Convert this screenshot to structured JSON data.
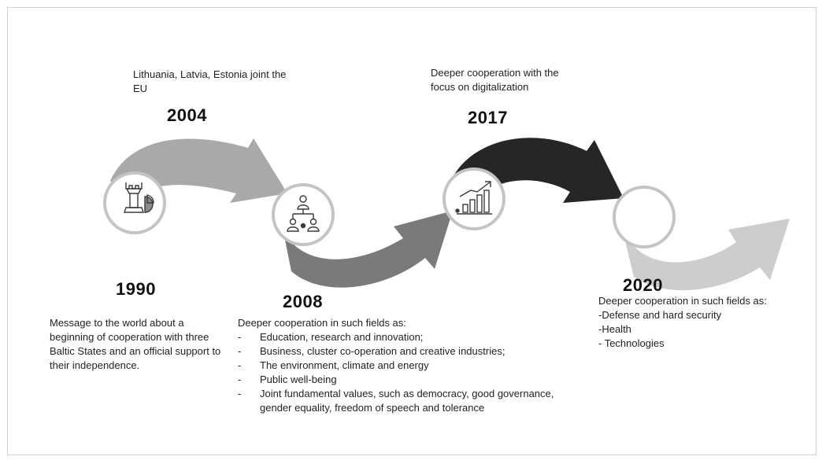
{
  "timeline": {
    "milestones": [
      {
        "year": "1990",
        "text": "Message to the world about a beginning of cooperation with three Baltic States and an official support to their independence.",
        "icon": "chess-rook-pie-chart-icon"
      },
      {
        "year": "2004",
        "text": "Lithuania, Latvia, Estonia joint the EU"
      },
      {
        "year": "2008",
        "intro": "Deeper cooperation in such fields as:",
        "items": [
          "Education, research and innovation;",
          "Business, cluster co-operation and creative industries;",
          "The environment, climate and energy",
          "Public well-being",
          "Joint fundamental values, such as democracy, good governance, gender equality, freedom of speech and tolerance"
        ],
        "icon": "team-network-icon"
      },
      {
        "year": "2017",
        "text": "Deeper cooperation with the focus on digitalization",
        "icon": "growth-bar-chart-icon"
      },
      {
        "year": "2020",
        "intro": "Deeper cooperation in such fields as:",
        "items": [
          "-Defense and hard security",
          "-Health",
          "- Technologies"
        ]
      }
    ],
    "colors": {
      "arrow_2004": "#a9a9a9",
      "arrow_2008": "#7a7a7a",
      "arrow_2017": "#262626",
      "arrow_2020": "#cdcdcd",
      "circle_ring": "#c4c4c4"
    }
  }
}
